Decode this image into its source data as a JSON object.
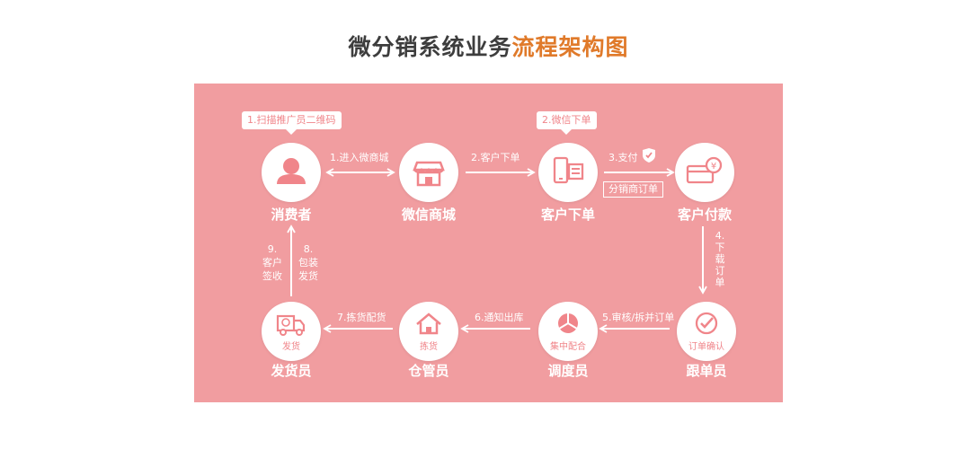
{
  "title": {
    "part1": "微分销系统业务",
    "part2": "流程架构图"
  },
  "nodes": {
    "consumer": {
      "label": "消费者"
    },
    "mall": {
      "label": "微信商城"
    },
    "order": {
      "label": "客户下单"
    },
    "pay": {
      "label": "客户付款"
    },
    "follower": {
      "label": "跟单员",
      "inner": "订单确认"
    },
    "dispatcher": {
      "label": "调度员",
      "inner": "集中配合"
    },
    "warehouse": {
      "label": "仓管员",
      "inner": "拣货"
    },
    "shipper": {
      "label": "发货员",
      "inner": "发货"
    }
  },
  "bubbles": {
    "scan": "1.扫描推广员二维码",
    "wechat_order": "2.微信下单"
  },
  "edges": {
    "enter_mall": "1.进入微商城",
    "place_order": "2.客户下单",
    "pay": "3.支付",
    "download": "4.下载订单",
    "review": "5.审核/拆并订单",
    "notify": "6.通知出库",
    "pick": "7.拣货配货",
    "pack_line1": "8.",
    "pack_line2": "包装",
    "pack_line3": "发货",
    "sign_line1": "9.",
    "sign_line2": "客户",
    "sign_line3": "签收"
  },
  "tags": {
    "distributor_order": "分销商订单"
  },
  "colors": {
    "panel": "#f19da0",
    "accent": "#f0858a",
    "title_dark": "#3d3d3d",
    "title_orange": "#e07a2a"
  },
  "icons": {
    "consumer": "user-icon",
    "mall": "shop-icon",
    "order": "phone-order-icon",
    "pay": "card-payment-icon",
    "follower": "check-circle-icon",
    "dispatcher": "pie-segments-icon",
    "warehouse": "house-icon",
    "shipper": "delivery-truck-icon"
  }
}
